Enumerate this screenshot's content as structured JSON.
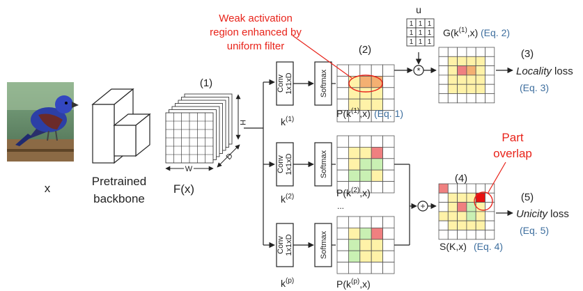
{
  "labels": {
    "input_x": "x",
    "backbone_line1": "Pretrained",
    "backbone_line2": "backbone",
    "feature_map": "F(x)",
    "dim_w": "W",
    "dim_h": "H",
    "dim_d": "D",
    "step1": "(1)",
    "step2": "(2)",
    "step3": "(3)",
    "step4": "(4)",
    "step5": "(5)",
    "conv_title": "Conv",
    "conv_kernel": "1x1xD",
    "softmax": "Softmax",
    "k_base": "k",
    "k_sup": [
      "(1)",
      "(2)",
      "(p)"
    ],
    "p_prefix": "P(k",
    "p_suffix": ",x)",
    "p_eq": "(Eq. 1)",
    "ellipsis": "...",
    "weak_note_line1": "Weak activation",
    "weak_note_line2": "region enhanced by",
    "weak_note_line3": "uniform filter",
    "u_label": "u",
    "u_cell": "1",
    "conv_op": "*",
    "sum_op": "+",
    "g_prefix": "G(k",
    "g_sup": "(1)",
    "g_suffix": ",x)",
    "g_eq": "(Eq. 2)",
    "locality_word": "Locality",
    "locality_loss": " loss",
    "locality_eq": "(Eq. 3)",
    "overlap_line1": "Part",
    "overlap_line2": "overlap",
    "s_label": "S(K,x)",
    "s_eq": "(Eq. 4)",
    "unicity_word": "Unicity",
    "unicity_loss": " loss",
    "unicity_eq": "(Eq. 5)"
  },
  "colors": {
    "accent_red": "#e8231a",
    "eq_blue": "#3d6e9e",
    "yellow_cell": "#fff2a8",
    "green_cell": "#c9f0b3",
    "orange_cell": "#f4b072",
    "salmon_cell": "#ef8080",
    "red_cell": "#e81010",
    "grid_line": "#555555",
    "line": "#222222"
  }
}
